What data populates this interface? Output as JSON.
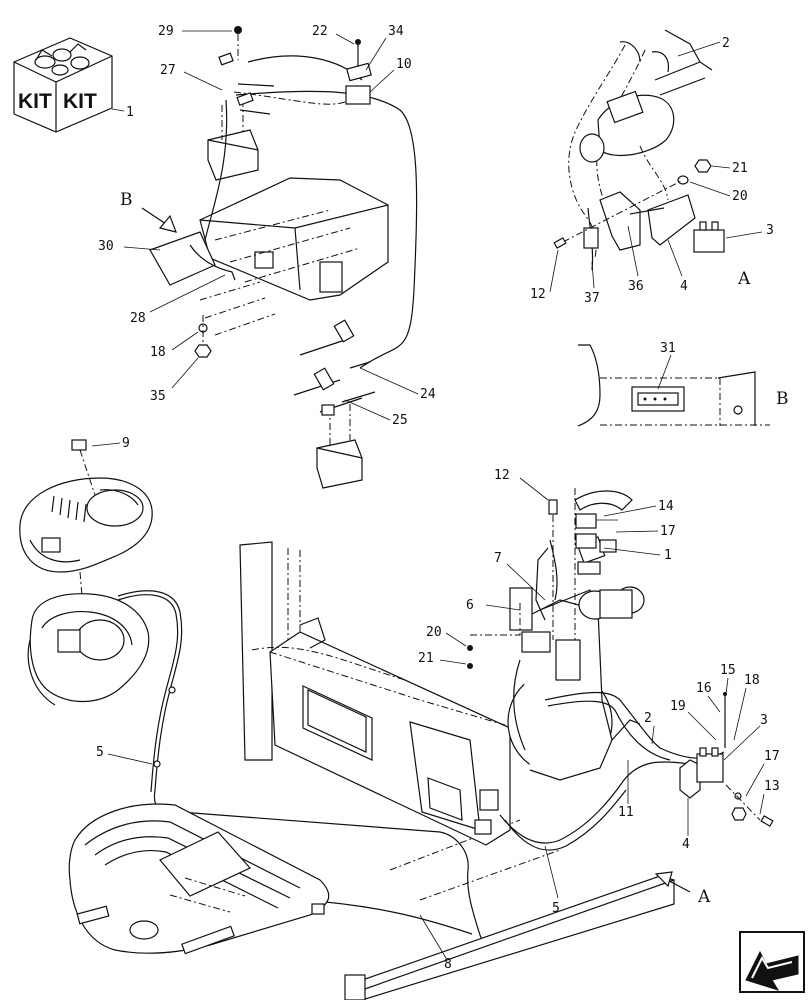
{
  "kit_box": {
    "label_left": "KIT",
    "label_right": "KIT",
    "callout": "1"
  },
  "view_markers": {
    "view_a_bottom": "A",
    "view_a_top": "A",
    "view_b_top": "B",
    "view_b_inset": "B"
  },
  "callouts_top_left": {
    "n29": "29",
    "n22": "22",
    "n34": "34",
    "n27": "27",
    "n10": "10",
    "n30": "30",
    "n28": "28",
    "n18": "18",
    "n35": "35",
    "n24": "24",
    "n25": "25"
  },
  "callouts_top_right": {
    "n2": "2",
    "n21": "21",
    "n20": "20",
    "n3": "3",
    "n12": "12",
    "n37": "37",
    "n36": "36",
    "n4": "4",
    "n31": "31"
  },
  "callouts_bottom": {
    "n9": "9",
    "n5a": "5",
    "n5b": "5",
    "n8": "8",
    "n12": "12",
    "n14": "14",
    "n17a": "17",
    "n1": "1",
    "n7": "7",
    "n6": "6",
    "n20": "20",
    "n21": "21",
    "n15": "15",
    "n16": "16",
    "n18": "18",
    "n19": "19",
    "n2": "2",
    "n3": "3",
    "n17b": "17",
    "n13": "13",
    "n11": "11",
    "n4": "4"
  }
}
